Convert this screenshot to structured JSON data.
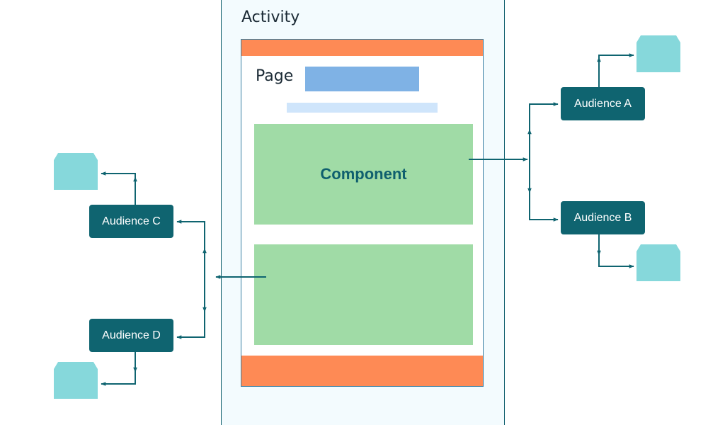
{
  "activity": {
    "label": "Activity"
  },
  "page": {
    "label": "Page"
  },
  "component": {
    "label": "Component"
  },
  "audiences": {
    "a": "Audience A",
    "b": "Audience B",
    "c": "Audience C",
    "d": "Audience D"
  },
  "colors": {
    "teal_dark": "#0f6470",
    "component_green": "#a0dba6",
    "bar_orange": "#fe8a55",
    "title_blue": "#7fb2e5",
    "subtitle_blue": "#cfe5fb",
    "target_cyan": "#86d8db",
    "activity_bg": "#f3fbfe"
  }
}
